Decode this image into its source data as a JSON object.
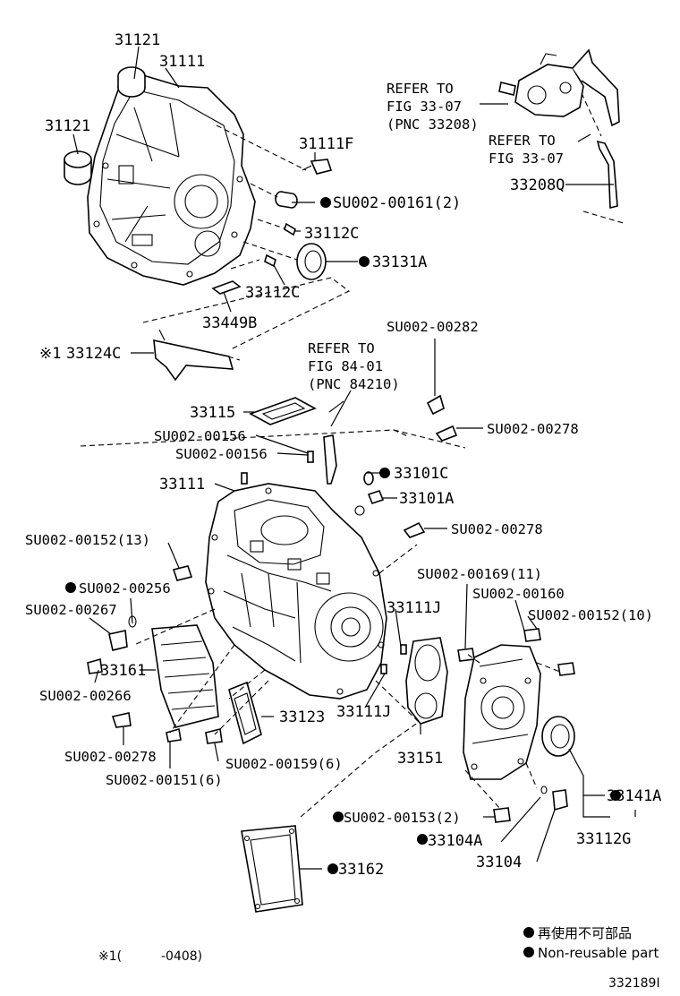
{
  "labels": {
    "p31121_top": "31121",
    "p31111_top": "31111",
    "p31121_left": "31121",
    "p31111F": "31111F",
    "pSU00161": "SU002-00161(2)",
    "p33112C_a": "33112C",
    "p33131A": "33131A",
    "p33112C_b": "33112C",
    "p33449B": "33449B",
    "p33124C": "33124C",
    "refer_3307_a_line1": "REFER TO",
    "refer_3307_a_line2": "FIG 33-07",
    "refer_3307_a_line3": "(PNC 33208)",
    "refer_3307_b_line1": "REFER TO",
    "refer_3307_b_line2": "FIG 33-07",
    "p33208Q": "33208Q",
    "pSU00282": "SU002-00282",
    "refer_8401_line1": "REFER TO",
    "refer_8401_line2": "FIG 84-01",
    "refer_8401_line3": "(PNC 84210)",
    "p33115": "33115",
    "pSU00278_a": "SU002-00278",
    "pSU00156_a": "SU002-00156",
    "pSU00156_b": "SU002-00156",
    "p33111_mid": "33111",
    "p33101C": "33101C",
    "p33101A": "33101A",
    "pSU00278_b": "SU002-00278",
    "pSU00152_13": "SU002-00152(13)",
    "pSU00169": "SU002-00169(11)",
    "pSU00160": "SU002-00160",
    "pSU00256": "SU002-00256",
    "pSU00152_10": "SU002-00152(10)",
    "pSU00267": "SU002-00267",
    "p33111J_a": "33111J",
    "p33161": "33161",
    "pSU00266": "SU002-00266",
    "p33123": "33123",
    "p33111J_b": "33111J",
    "pSU00278_c": "SU002-00278",
    "pSU00159": "SU002-00159(6)",
    "p33151": "33151",
    "pSU00151": "SU002-00151(6)",
    "p33141A": "33141A",
    "pSU00153": "SU002-00153(2)",
    "p33112G": "33112G",
    "p33104A": "33104A",
    "p33104": "33104",
    "p33162": "33162"
  },
  "mark_prefix": "※1",
  "legend": {
    "line1": "再使用不可部品",
    "line2": "Non-reusable part"
  },
  "footnote": {
    "prefix": "※1(",
    "range": "-0408)"
  },
  "figure_id": "332189I"
}
